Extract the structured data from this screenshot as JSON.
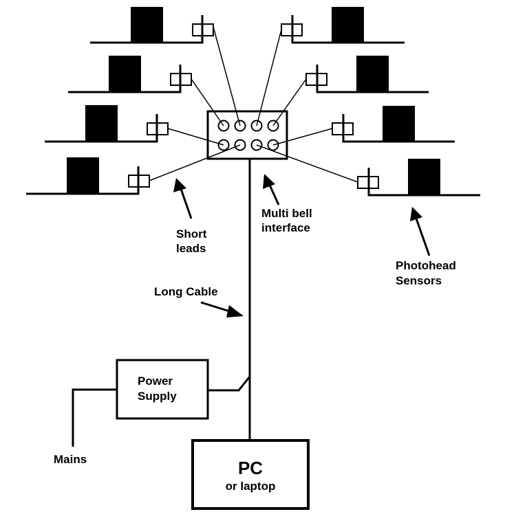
{
  "diagram": {
    "colors": {
      "line": "#000000",
      "background": "#ffffff"
    },
    "bells_left_count": 4,
    "bells_right_count": 4,
    "interface_ports": 8,
    "labels": {
      "short_leads": [
        "Short",
        "leads"
      ],
      "multi_bell": [
        "Multi bell",
        "interface"
      ],
      "photohead": [
        "Photohead",
        "Sensors"
      ],
      "long_cable": "Long Cable",
      "power_supply": [
        "Power",
        "Supply"
      ],
      "mains": "Mains",
      "pc": "PC",
      "pc_sub": "or laptop"
    }
  }
}
